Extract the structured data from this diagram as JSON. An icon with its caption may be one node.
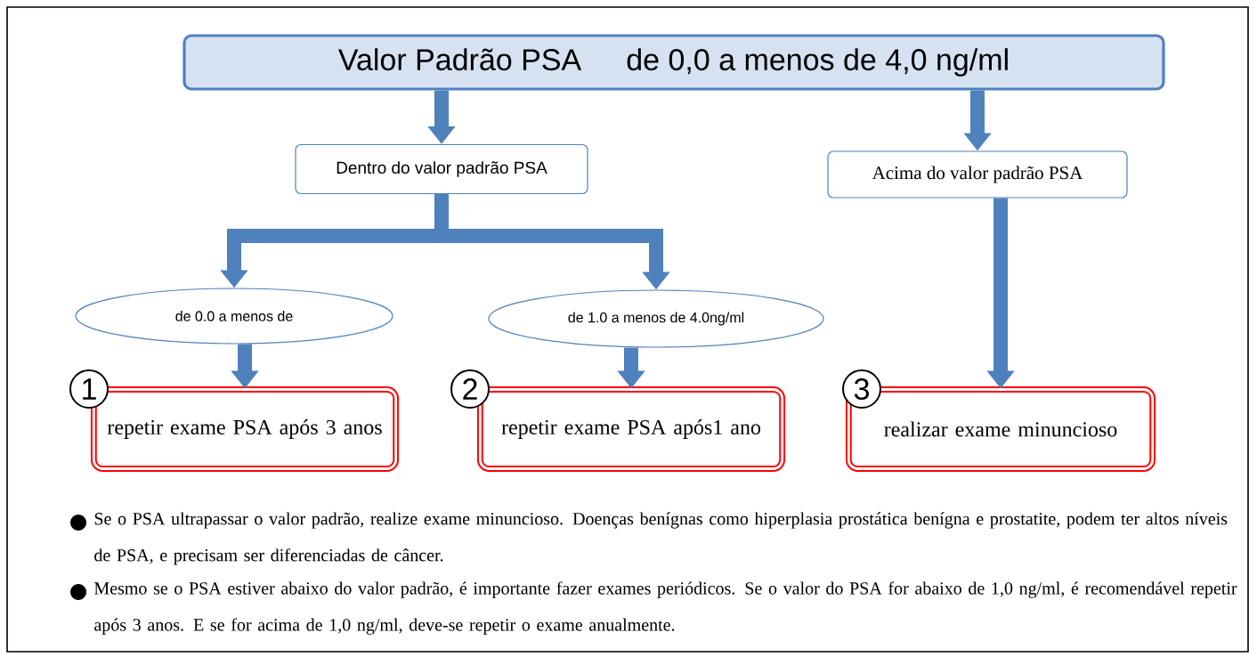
{
  "diagram": {
    "nodes": [
      {
        "text": [
          "Valor Padrão PSA",
          "de 0,0 a menos de 4,0 ng/ml"
        ]
      },
      {
        "text": [
          "Dentro do valor padrão PSA"
        ]
      },
      {
        "text": [
          "Acima do valor padrão PSA"
        ]
      },
      {
        "text": [
          "de 0.0 a menos de"
        ]
      },
      {
        "text": [
          "de 1.0 a menos de 4.0ng/ml"
        ]
      },
      {
        "text": [
          "repetir exame PSA após 3 anos"
        ],
        "beside": [
          "1"
        ]
      },
      {
        "text": [
          "repetir exame PSA após1 ano"
        ],
        "beside": [
          "2"
        ]
      },
      {
        "text": [
          "realizar exame minuncioso"
        ],
        "beside": [
          "3"
        ]
      }
    ],
    "edges": [
      {
        "from": 0,
        "to": 1,
        "arrow": "to"
      },
      {
        "from": 0,
        "to": 2,
        "arrow": "to"
      },
      {
        "from": 1,
        "to": 3,
        "arrow": "to"
      },
      {
        "from": 1,
        "to": 4,
        "arrow": "to"
      },
      {
        "from": 3,
        "to": 5,
        "arrow": "to"
      },
      {
        "from": 4,
        "to": 6,
        "arrow": "to"
      },
      {
        "from": 2,
        "to": 7,
        "arrow": "to"
      }
    ],
    "labels": [
      "Se o PSA ultrapassar o valor padrão, realize exame minuncioso. Doenças benígnas como hiperplasia prostática benígna e prostatite, podem ter altos níveis de PSA, e precisam ser diferenciadas de câncer.",
      "Mesmo se o PSA estiver abaixo do valor padrão, é importante fazer exames periódicos. Se o valor do PSA for abaixo de 1,0 ng/ml, é recomendável repetir após 3 anos. E se for acima de 1,0 ng/ml, deve-se repetir o exame anualmente."
    ]
  }
}
